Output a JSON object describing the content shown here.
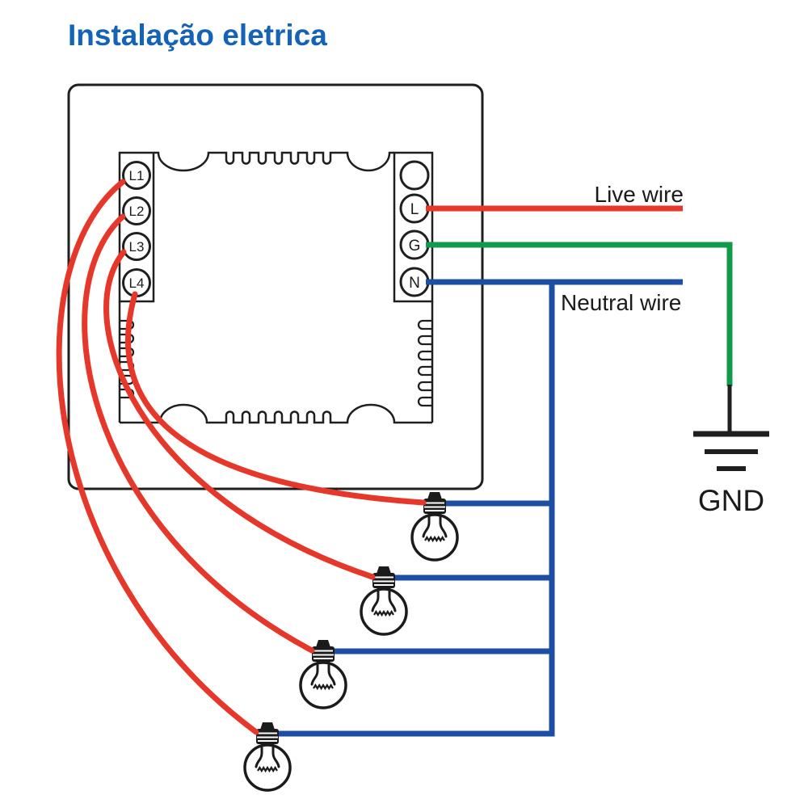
{
  "title": "Instalação eletrica",
  "colors": {
    "title": "#1563b7",
    "live": "#e6382a",
    "ground": "#119a49",
    "neutral": "#1c4fa4"
  },
  "panel": {
    "left_terminals": [
      {
        "label": "L1"
      },
      {
        "label": "L2"
      },
      {
        "label": "L3"
      },
      {
        "label": "L4"
      }
    ],
    "right_terminals": [
      {
        "label": ""
      },
      {
        "label": "L"
      },
      {
        "label": "G"
      },
      {
        "label": "N"
      }
    ]
  },
  "wires": {
    "live_label": "Live wire",
    "neutral_label": "Neutral wire",
    "ground_label": "GND"
  },
  "bulbs": {
    "count": 4
  }
}
